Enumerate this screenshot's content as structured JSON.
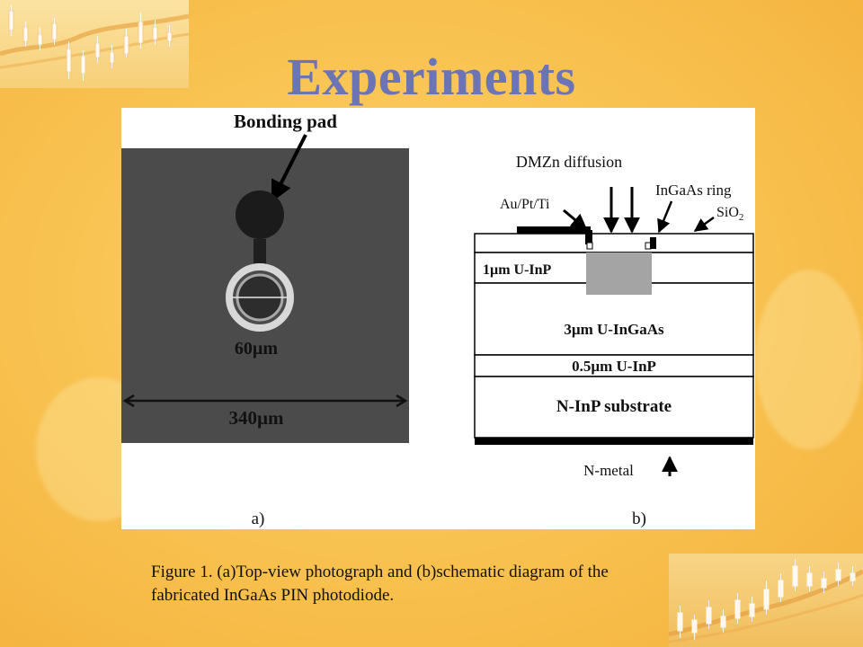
{
  "slide": {
    "title": "Experiments"
  },
  "figure": {
    "photo": {
      "bonding_pad_label": "Bonding pad",
      "ring_dimension_label": "60µm",
      "width_dimension_label": "340µm",
      "panel_label": "a)"
    },
    "schematic": {
      "diffusion_label": "DMZn diffusion",
      "contact_label": "Au/Pt/Ti",
      "ring_label": "InGaAs ring",
      "oxide_label": "SiO",
      "oxide_subscript": "2",
      "layers": [
        "1µm U-InP",
        "3µm U-InGaAs",
        "0.5µm  U-InP",
        "N-InP substrate"
      ],
      "bottom_contact_label": "N-metal",
      "panel_label": "b)"
    }
  },
  "caption": {
    "line1": "Figure 1. (a)Top-view photograph and (b)schematic diagram of the",
    "line2": "fabricated InGaAs PIN photodiode."
  }
}
